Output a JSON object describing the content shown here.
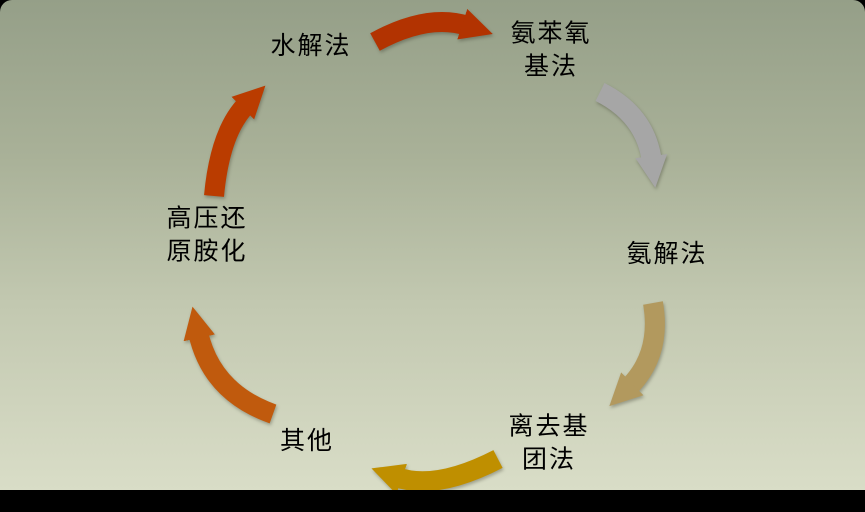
{
  "slide": {
    "background_top_color": "#959f88",
    "background_bottom_color": "#d9ddc7",
    "letterbox_color": "#000000",
    "text_color": "#000000",
    "diagram_type": "cycle"
  },
  "nodes": [
    {
      "id": "hydrolysis",
      "label": "水解法"
    },
    {
      "id": "aminophenoxy",
      "label": "氨苯氧\n基法"
    },
    {
      "id": "ammonolysis",
      "label": "氨解法"
    },
    {
      "id": "leaving-group",
      "label": "离去基\n团法"
    },
    {
      "id": "others",
      "label": "其他"
    },
    {
      "id": "high-pressure-reductive-amination",
      "label": "高压还\n原胺化"
    }
  ],
  "arrows": [
    {
      "from": "水解法",
      "to": "氨苯氧基法",
      "color": "#b23301"
    },
    {
      "from": "氨苯氧基法",
      "to": "氨解法",
      "color": "#a6a6a6"
    },
    {
      "from": "氨解法",
      "to": "离去基团法",
      "color": "#b2995e"
    },
    {
      "from": "离去基团法",
      "to": "其他",
      "color": "#bf8f00"
    },
    {
      "from": "其他",
      "to": "高压还原胺化",
      "color": "#c05a0d"
    },
    {
      "from": "高压还原胺化",
      "to": "水解法",
      "color": "#ba3c00"
    }
  ]
}
